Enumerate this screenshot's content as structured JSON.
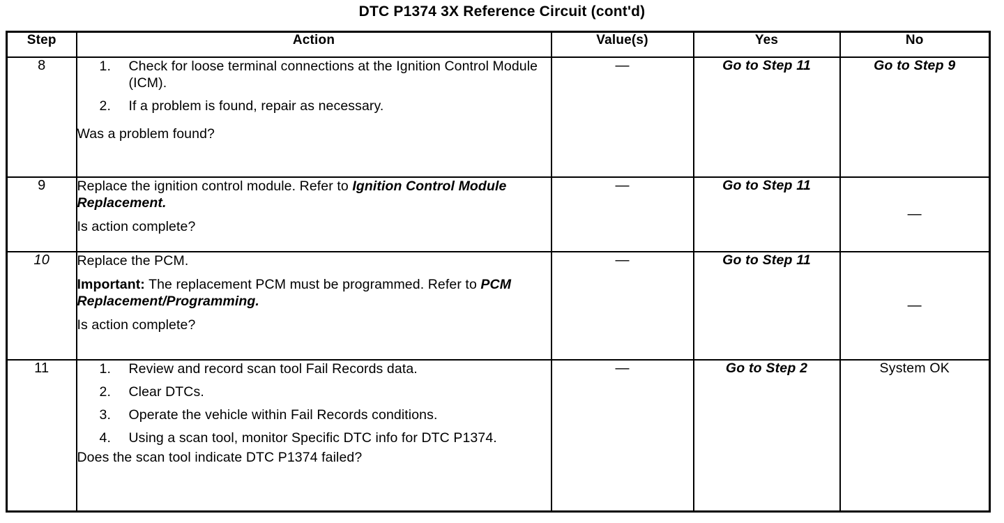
{
  "document": {
    "title": "DTC P1374 3X Reference Circuit (cont'd)"
  },
  "table": {
    "headers": {
      "step": "Step",
      "action": "Action",
      "value": "Value(s)",
      "yes": "Yes",
      "no": "No"
    },
    "rows": [
      {
        "step": "8",
        "step_italic": false,
        "action": {
          "list": [
            {
              "num": "1.",
              "text": "Check for loose terminal connections at the Ignition Control Module (ICM)."
            },
            {
              "num": "2.",
              "text": "If a problem is found, repair as necessary."
            }
          ],
          "question": "Was a problem found?"
        },
        "value": "—",
        "yes": "Go to Step 11",
        "no": "Go to Step 9"
      },
      {
        "step": "9",
        "step_italic": false,
        "action": {
          "paragraph_plain": "Replace the ignition control module. Refer to ",
          "paragraph_italic": "Ignition Control Module Replacement.",
          "question": "Is action complete?"
        },
        "value": "—",
        "yes": "Go to Step 11",
        "no": "—"
      },
      {
        "step": "10",
        "step_italic": true,
        "action": {
          "line1": "Replace the PCM.",
          "important_label": "Important:",
          "important_text": " The replacement PCM must be programmed. Refer to ",
          "important_italic": "PCM Replacement/Programming.",
          "question": "Is action complete?"
        },
        "value": "—",
        "yes": "Go to Step 11",
        "no": "—"
      },
      {
        "step": "11",
        "step_italic": false,
        "action": {
          "list": [
            {
              "num": "1.",
              "text": "Review and record scan tool Fail Records data."
            },
            {
              "num": "2.",
              "text": "Clear DTCs."
            },
            {
              "num": "3.",
              "text": "Operate the vehicle within Fail Records conditions."
            },
            {
              "num": "4.",
              "text": "Using a scan tool, monitor Specific DTC info for DTC P1374."
            }
          ],
          "question": "Does the scan tool indicate DTC P1374 failed?"
        },
        "value": "—",
        "yes": "Go to Step 2",
        "no": "System OK"
      }
    ]
  },
  "colors": {
    "ink": "#000000",
    "paper": "#ffffff"
  }
}
